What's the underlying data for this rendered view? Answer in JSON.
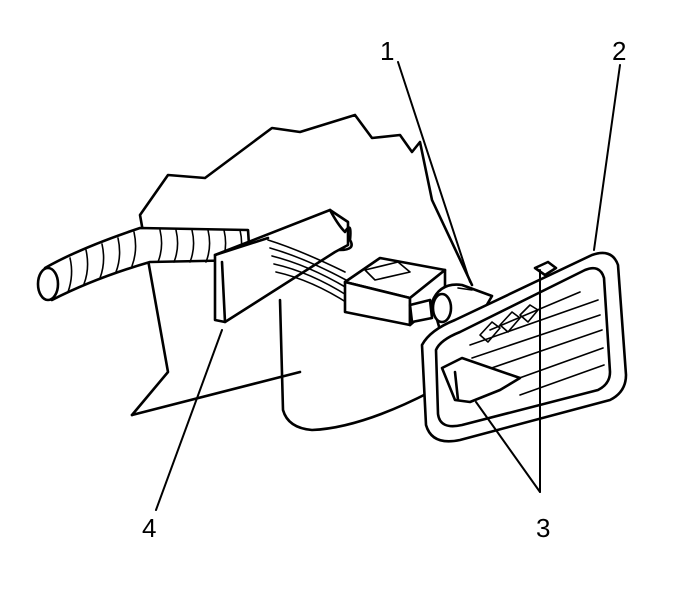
{
  "diagram": {
    "callouts": [
      {
        "id": "c1",
        "label": "1"
      },
      {
        "id": "c2",
        "label": "2"
      },
      {
        "id": "c3",
        "label": "3"
      },
      {
        "id": "c4",
        "label": "4"
      }
    ],
    "stroke_color": "#000000",
    "background_color": "#ffffff"
  }
}
